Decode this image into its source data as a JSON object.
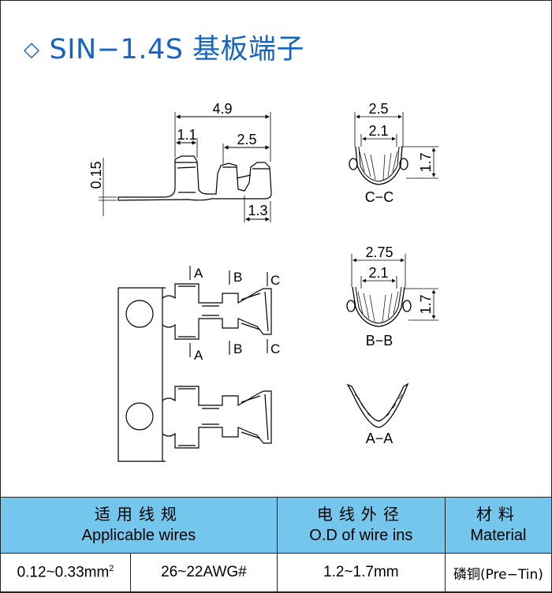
{
  "title": {
    "diamond": "◇",
    "text": "SIN−1.4S 基板端子"
  },
  "side_view": {
    "dim_overall": "4.9",
    "dim_left": "1.1",
    "dim_right": "2.5",
    "dim_thickness": "0.15",
    "dim_bottom": "1.3"
  },
  "sections": {
    "cc": {
      "dim_outer": "2.5",
      "dim_inner": "2.1",
      "dim_height": "1.7",
      "label": "C−C"
    },
    "bb": {
      "dim_outer": "2.75",
      "dim_inner": "2.1",
      "dim_height": "1.7",
      "label": "B−B"
    },
    "aa": {
      "label": "A−A"
    }
  },
  "section_marks": [
    "A",
    "B",
    "C",
    "A",
    "B",
    "C"
  ],
  "table": {
    "headers": [
      {
        "cn": "适用线规",
        "en": "Applicable wires"
      },
      {
        "cn": "电线外径",
        "en": "O.D of wire ins"
      },
      {
        "cn": "材料",
        "en": "Material"
      }
    ],
    "row": {
      "wire_mm2": "0.12~0.33mm",
      "wire_mm2_sup": "2",
      "wire_awg": "26~22AWG#",
      "od": "1.2~1.7mm",
      "material": "磷铜(Pre−Tin)"
    }
  },
  "colors": {
    "title": "#1565c0",
    "header_bg": "#74c6ec"
  }
}
